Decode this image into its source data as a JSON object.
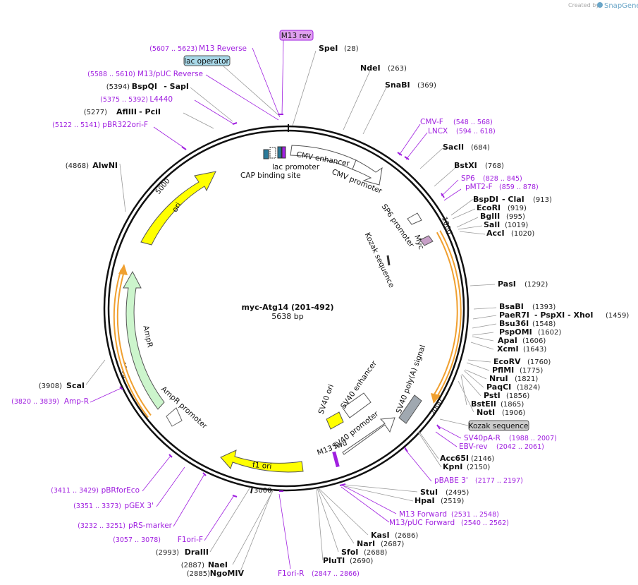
{
  "brand": {
    "created_by": "Created by",
    "name": "SnapGene"
  },
  "plasmid": {
    "name": "myc-Atg14 (201-492)",
    "length": "5638 bp"
  },
  "ticks": [
    "1000",
    "2000",
    "3000",
    "4000",
    "5000"
  ],
  "enzymes": [
    {
      "name": "SpeI",
      "pos": "(28)"
    },
    {
      "name": "NdeI",
      "pos": "(263)"
    },
    {
      "name": "SnaBI",
      "pos": "(369)"
    },
    {
      "name": "SacII",
      "pos": "(684)"
    },
    {
      "name": "BstXI",
      "pos": "(768)"
    },
    {
      "name": "BspDI",
      "sep": "- ClaI",
      "pos": "(913)"
    },
    {
      "name": "EcoRI",
      "pos": "(919)"
    },
    {
      "name": "BglII",
      "pos": "(995)"
    },
    {
      "name": "SalI",
      "pos": "(1019)"
    },
    {
      "name": "AccI",
      "pos": "(1020)"
    },
    {
      "name": "PasI",
      "pos": "(1292)"
    },
    {
      "name": "BsaBI",
      "pos": "(1393)"
    },
    {
      "name": "PaeR7I",
      "sep": "- PspXI  - XhoI",
      "pos": "(1459)"
    },
    {
      "name": "Bsu36I",
      "pos": "(1548)"
    },
    {
      "name": "PspOMI",
      "pos": "(1602)"
    },
    {
      "name": "ApaI",
      "pos": "(1606)"
    },
    {
      "name": "XcmI",
      "pos": "(1643)"
    },
    {
      "name": "EcoRV",
      "pos": "(1760)"
    },
    {
      "name": "PflMI",
      "pos": "(1775)"
    },
    {
      "name": "NruI",
      "pos": "(1821)"
    },
    {
      "name": "PaqCI",
      "pos": "(1824)"
    },
    {
      "name": "PstI",
      "pos": "(1856)"
    },
    {
      "name": "BstEII",
      "pos": "(1865)"
    },
    {
      "name": "NotI",
      "pos": "(1906)"
    },
    {
      "name": "Acc65I",
      "pos": "(2146)"
    },
    {
      "name": "KpnI",
      "pos": "(2150)"
    },
    {
      "name": "StuI",
      "pos": "(2495)"
    },
    {
      "name": "HpaI",
      "pos": "(2519)"
    },
    {
      "name": "KasI",
      "pos": "(2686)"
    },
    {
      "name": "NarI",
      "pos": "(2687)"
    },
    {
      "name": "SfoI",
      "pos": "(2688)"
    },
    {
      "name": "PluTI",
      "pos": "(2690)"
    },
    {
      "name": "NaeI",
      "pos": "(2887)"
    },
    {
      "name": "NgoMIV",
      "pos": "(2885)"
    },
    {
      "name": "DraIII",
      "pos": "(2993)"
    },
    {
      "name": "ScaI",
      "pos": "(3908)"
    },
    {
      "name": "AlwNI",
      "pos": "(4868)"
    },
    {
      "name": "AflIII",
      "sep": "- PciI",
      "pos": "(5277)"
    },
    {
      "name": "BspQI",
      "sep": "- SapI",
      "pos": "(5394)"
    }
  ],
  "primers": [
    {
      "name": "M13 Reverse",
      "range": "(5607 .. 5623)"
    },
    {
      "name": "M13/pUC Reverse",
      "range": "(5588 .. 5610)"
    },
    {
      "name": "L4440",
      "range": "(5375 .. 5392)"
    },
    {
      "name": "pBR322ori-F",
      "range": "(5122 .. 5141)"
    },
    {
      "name": "CMV-F",
      "range": "(548 .. 568)"
    },
    {
      "name": "LNCX",
      "range": "(594 .. 618)"
    },
    {
      "name": "SP6",
      "range": "(828 .. 845)"
    },
    {
      "name": "pMT2-F",
      "range": "(859 .. 878)"
    },
    {
      "name": "SV40pA-R",
      "range": "(1988 .. 2007)"
    },
    {
      "name": "EBV-rev",
      "range": "(2042 .. 2061)"
    },
    {
      "name": "pBABE 3'",
      "range": "(2177 .. 2197)"
    },
    {
      "name": "M13 Forward",
      "range": "(2531 .. 2548)"
    },
    {
      "name": "M13/pUC Forward",
      "range": "(2540 .. 2562)"
    },
    {
      "name": "F1ori-R",
      "range": "(2847 .. 2866)"
    },
    {
      "name": "F1ori-F",
      "range": "(3057 .. 3078)"
    },
    {
      "name": "pRS-marker",
      "range": "(3232 .. 3251)"
    },
    {
      "name": "pGEX 3'",
      "range": "(3351 .. 3373)"
    },
    {
      "name": "pBRforEco",
      "range": "(3411 .. 3429)"
    },
    {
      "name": "Amp-R",
      "range": "(3820 .. 3839)"
    }
  ],
  "boxed": {
    "m13rev": "M13 rev",
    "lac_operator": "lac operator",
    "kozak_box": "Kozak sequence"
  },
  "features": {
    "cmv_enhancer": "CMV enhancer",
    "cmv_promoter": "CMV promoter",
    "lac_promoter": "lac promoter",
    "cap_site": "CAP binding site",
    "sp6_promoter": "SP6 promoter",
    "myc": "Myc",
    "kozak": "Kozak sequence",
    "sv40_polya": "SV40 poly(A) signal",
    "sv40_ori": "SV40 ori",
    "sv40_enhancer": "SV40 enhancer",
    "sv40_promoter": "SV40 promoter",
    "m13_fwd": "M13 fwd",
    "f1_ori": "f1 ori",
    "ampr": "AmpR",
    "ampr_promoter": "AmpR promoter",
    "ori": "ori"
  },
  "colors": {
    "primer": "#a020e0",
    "ori": "#ffff00",
    "ampr": "#ccf5cc",
    "orange": "#f0a030",
    "myc": "#c8a0c8",
    "sv40": "#a0a8b0",
    "lac_op": "#a8d8e8"
  }
}
